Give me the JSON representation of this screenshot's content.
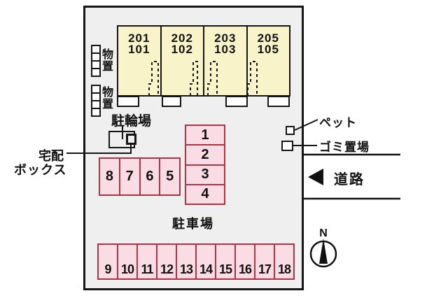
{
  "colors": {
    "site_fill": "#efeff0",
    "building_fill": "#f8f3c9",
    "parking_fill": "#fadce5",
    "parking_border": "#b03345",
    "line_color": "#151515"
  },
  "building": {
    "units": [
      {
        "upper": "201",
        "lower": "101"
      },
      {
        "upper": "202",
        "lower": "102"
      },
      {
        "upper": "203",
        "lower": "103"
      },
      {
        "upper": "205",
        "lower": "105"
      }
    ]
  },
  "labels": {
    "storage_top": "物置",
    "storage_bottom": "物置",
    "bicycle_parking": "駐輪場",
    "delivery_box_line1": "宅配",
    "delivery_box_line2": "ボックス",
    "parking_lot": "駐車場",
    "pet": "ペット",
    "garbage_area": "ゴミ置場",
    "road": "道路",
    "compass_north": "N"
  },
  "parking": {
    "column_right": [
      "1",
      "2",
      "3",
      "4"
    ],
    "row_middle": [
      "8",
      "7",
      "6",
      "5"
    ],
    "row_bottom": [
      "9",
      "10",
      "11",
      "12",
      "13",
      "14",
      "15",
      "16",
      "17",
      "18"
    ]
  }
}
